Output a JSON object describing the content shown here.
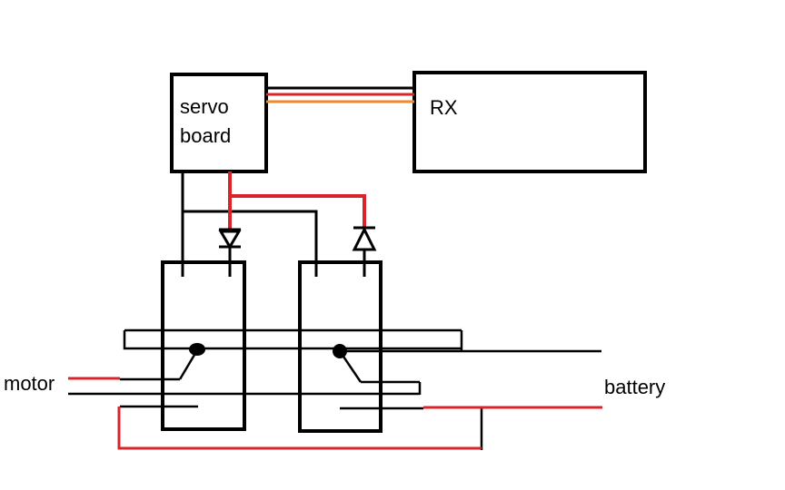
{
  "labels": {
    "servo_board": "servo\nboard",
    "rx": "RX",
    "motor": "motor",
    "battery": "battery"
  },
  "colors": {
    "wire_black": "#000000",
    "wire_red": "#d9242b",
    "wire_orange": "#f08a2c",
    "background": "#ffffff"
  },
  "components": [
    "servo-board",
    "rx-receiver",
    "relay-left",
    "relay-right",
    "diode-left",
    "diode-right"
  ]
}
